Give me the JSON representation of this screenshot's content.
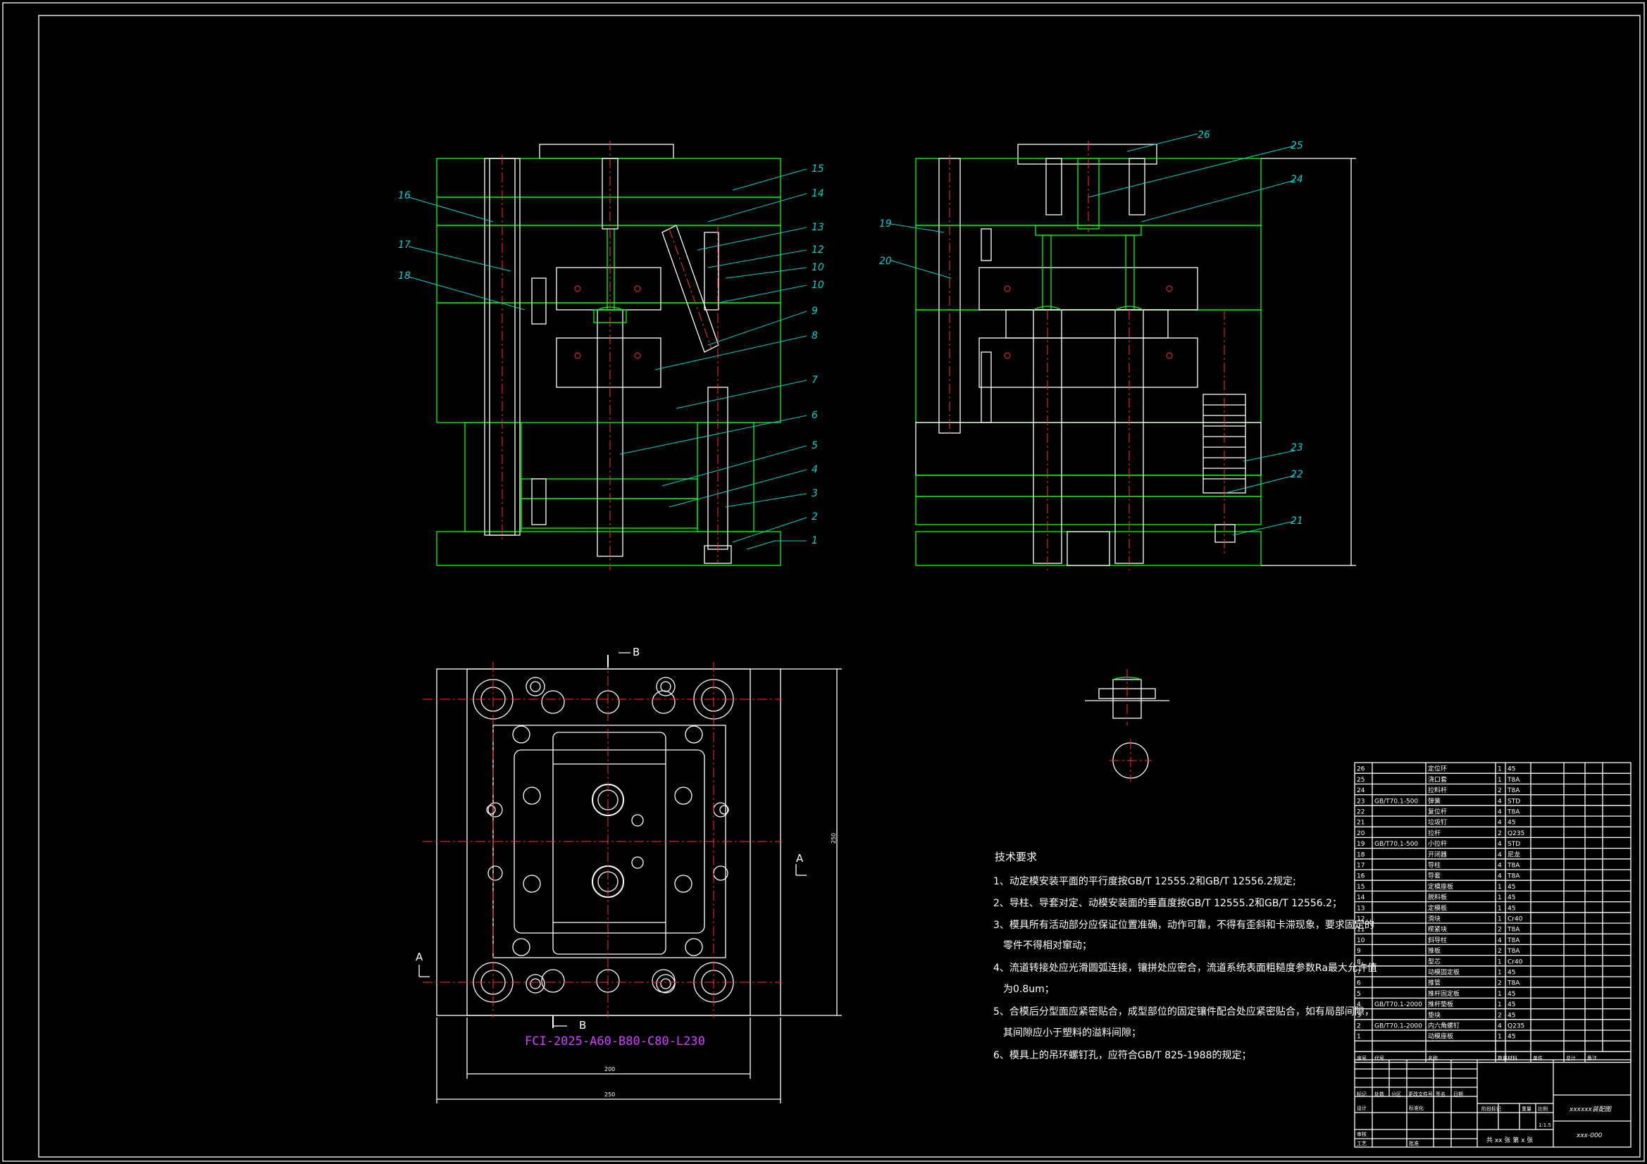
{
  "view_a_callouts": [
    "1",
    "2",
    "3",
    "4",
    "5",
    "6",
    "7",
    "8",
    "9",
    "10",
    "10",
    "12",
    "13",
    "14",
    "15",
    "16",
    "17",
    "18"
  ],
  "view_b_callouts": [
    "19",
    "20",
    "21",
    "22",
    "23",
    "24",
    "25",
    "26"
  ],
  "section_marks": {
    "b_top": "B",
    "b_bottom": "B",
    "a_right": "A",
    "a_left": "A"
  },
  "plan_label": "FCI-2025-A60-B80-C80-L230",
  "plan_dims": {
    "inner_width": "200",
    "outer_width": "250",
    "height": "250"
  },
  "tech_title": "技术要求",
  "tech_lines": [
    "1、动定模安装平面的平行度按GB/T 12555.2和GB/T 12556.2规定;",
    "2、导柱、导套对定、动模安装面的垂直度按GB/T 12555.2和GB/T 12556.2；",
    "3、模具所有活动部分应保证位置准确，动作可靠，不得有歪斜和卡滞现象，要求固定的",
    "零件不得相对窜动；",
    "4、流道转接处应光滑圆弧连接，镶拼处应密合，流道系统表面粗糙度参数Ra最大允许值",
    "为0.8um；",
    "5、合模后分型面应紧密贴合，成型部位的固定镶件配合处应紧密贴合，如有局部间隙，",
    "其间隙应小于塑料的溢料间隙；",
    "6、模具上的吊环螺钉孔，应符合GB/T 825-1988的规定；"
  ],
  "bom_rows": [
    {
      "no": "26",
      "std": "",
      "name": "定位环",
      "qty": "1",
      "mat": "45",
      "note": ""
    },
    {
      "no": "25",
      "std": "",
      "name": "浇口套",
      "qty": "1",
      "mat": "T8A",
      "note": ""
    },
    {
      "no": "24",
      "std": "",
      "name": "拉料杆",
      "qty": "2",
      "mat": "T8A",
      "note": ""
    },
    {
      "no": "23",
      "std": "GB/T70.1-500",
      "name": "弹簧",
      "qty": "4",
      "mat": "STD",
      "note": ""
    },
    {
      "no": "22",
      "std": "",
      "name": "复位杆",
      "qty": "4",
      "mat": "T8A",
      "note": ""
    },
    {
      "no": "21",
      "std": "",
      "name": "垃圾钉",
      "qty": "4",
      "mat": "45",
      "note": ""
    },
    {
      "no": "20",
      "std": "",
      "name": "拉杆",
      "qty": "2",
      "mat": "Q235",
      "note": ""
    },
    {
      "no": "19",
      "std": "GB/T70.1-500",
      "name": "小拉杆",
      "qty": "4",
      "mat": "STD",
      "note": ""
    },
    {
      "no": "18",
      "std": "",
      "name": "开闭器",
      "qty": "4",
      "mat": "尼龙",
      "note": ""
    },
    {
      "no": "17",
      "std": "",
      "name": "导柱",
      "qty": "4",
      "mat": "T8A",
      "note": ""
    },
    {
      "no": "16",
      "std": "",
      "name": "导套",
      "qty": "4",
      "mat": "T8A",
      "note": ""
    },
    {
      "no": "15",
      "std": "",
      "name": "定模座板",
      "qty": "1",
      "mat": "45",
      "note": ""
    },
    {
      "no": "14",
      "std": "",
      "name": "脱料板",
      "qty": "1",
      "mat": "45",
      "note": ""
    },
    {
      "no": "13",
      "std": "",
      "name": "定模板",
      "qty": "1",
      "mat": "45",
      "note": ""
    },
    {
      "no": "12",
      "std": "",
      "name": "滑块",
      "qty": "1",
      "mat": "Cr40",
      "note": ""
    },
    {
      "no": "11",
      "std": "",
      "name": "楔紧块",
      "qty": "2",
      "mat": "T8A",
      "note": ""
    },
    {
      "no": "10",
      "std": "",
      "name": "斜导柱",
      "qty": "4",
      "mat": "T8A",
      "note": ""
    },
    {
      "no": "9",
      "std": "",
      "name": "推板",
      "qty": "2",
      "mat": "T8A",
      "note": ""
    },
    {
      "no": "8",
      "std": "",
      "name": "型芯",
      "qty": "1",
      "mat": "Cr40",
      "note": ""
    },
    {
      "no": "7",
      "std": "",
      "name": "动模固定板",
      "qty": "1",
      "mat": "45",
      "note": ""
    },
    {
      "no": "6",
      "std": "",
      "name": "推管",
      "qty": "2",
      "mat": "T8A",
      "note": ""
    },
    {
      "no": "5",
      "std": "",
      "name": "推杆固定板",
      "qty": "1",
      "mat": "45",
      "note": ""
    },
    {
      "no": "4",
      "std": "GB/T70.1-2000",
      "name": "推杆垫板",
      "qty": "1",
      "mat": "45",
      "note": ""
    },
    {
      "no": "3",
      "std": "",
      "name": "垫块",
      "qty": "2",
      "mat": "45",
      "note": ""
    },
    {
      "no": "2",
      "std": "GB/T70.1-2000",
      "name": "内六角螺钉",
      "qty": "4",
      "mat": "Q235",
      "note": ""
    },
    {
      "no": "1",
      "std": "",
      "name": "动模座板",
      "qty": "1",
      "mat": "45",
      "note": ""
    }
  ],
  "bom_header": {
    "no": "序号",
    "std": "代号",
    "name": "名称",
    "qty": "数量",
    "mat": "材料",
    "w1": "单件",
    "w2": "总计",
    "note": "备注"
  },
  "title_block": {
    "drawing_name": "xxxxxx装配图",
    "drawing_no": "xxx-000",
    "scale": "1:1.5",
    "sheets": "共 xx 张   第 x 张",
    "labels": [
      "标记",
      "处数",
      "分区",
      "更改文件号",
      "签名",
      "日期",
      "设计",
      "标准化",
      "阶段标记",
      "重量",
      "比例",
      "审核",
      "工艺",
      "批准"
    ]
  }
}
